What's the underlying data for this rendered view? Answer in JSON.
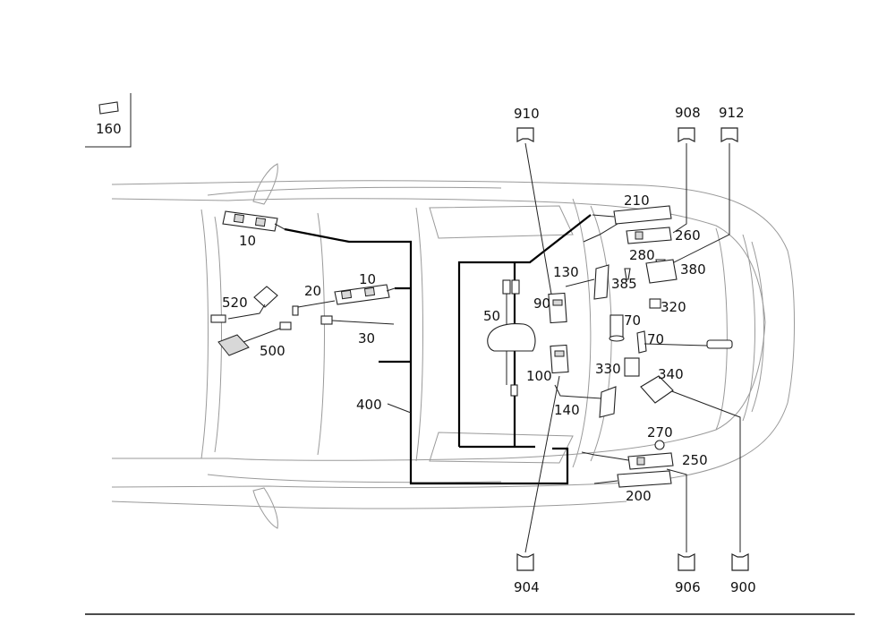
{
  "callouts": {
    "c10a": "10",
    "c10b": "10",
    "c20": "20",
    "c30": "30",
    "c50": "50",
    "c70a": "70",
    "c70b": "70",
    "c90": "90",
    "c100": "100",
    "c130": "130",
    "c140": "140",
    "c160": "160",
    "c200": "200",
    "c210": "210",
    "c250": "250",
    "c260": "260",
    "c270": "270",
    "c280": "280",
    "c320": "320",
    "c330": "330",
    "c340": "340",
    "c380": "380",
    "c385": "385",
    "c400": "400",
    "c500": "500",
    "c520": "520"
  },
  "connectors": {
    "k900": "900",
    "k904": "904",
    "k906": "906",
    "k908": "908",
    "k910": "910",
    "k912": "912"
  }
}
